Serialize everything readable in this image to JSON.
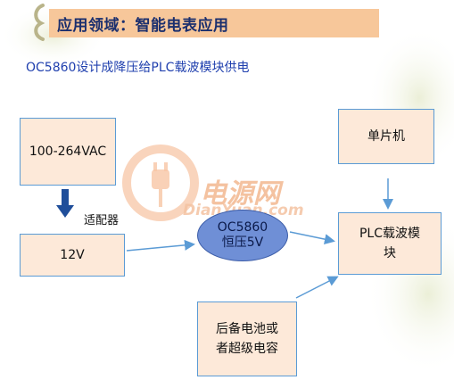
{
  "title": "应用领域：智能电表应用",
  "subtitle": "OC5860设计成降压给PLC载波模块供电",
  "boxes": {
    "input_voltage": "100-264VAC",
    "output_12v": "12V",
    "mcu": "单片机",
    "plc_module_line1": "PLC载波模",
    "plc_module_line2": "块",
    "battery_line1": "后备电池或",
    "battery_line2": "者超级电容"
  },
  "regulator": {
    "line1": "OC5860",
    "line2": "恒压5V"
  },
  "adapter_label": "适配器",
  "watermark": {
    "cn": "电源网",
    "en": "DianYuan.com"
  },
  "colors": {
    "title_bar": "#f7c79a",
    "box_fill": "#fde9d9",
    "box_border": "#5b9bd5",
    "ellipse_fill": "#6f8fd6",
    "arrow": "#5b9bd5",
    "subtitle_text": "#1f3fae"
  }
}
